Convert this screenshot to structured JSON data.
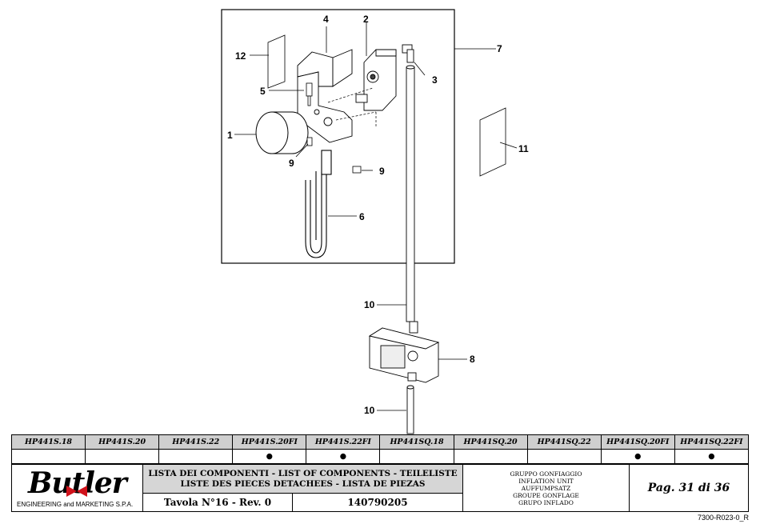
{
  "callouts": {
    "c1": "1",
    "c2": "2",
    "c3": "3",
    "c4": "4",
    "c5": "5",
    "c6": "6",
    "c7": "7",
    "c8": "8",
    "c9a": "9",
    "c9b": "9",
    "c10a": "10",
    "c10b": "10",
    "c11": "11",
    "c12": "12"
  },
  "models": [
    {
      "name": "HP441S.18",
      "mark": ""
    },
    {
      "name": "HP441S.20",
      "mark": ""
    },
    {
      "name": "HP441S.22",
      "mark": ""
    },
    {
      "name": "HP441S.20FI",
      "mark": "●"
    },
    {
      "name": "HP441S.22FI",
      "mark": "●"
    },
    {
      "name": "HP441SQ.18",
      "mark": ""
    },
    {
      "name": "HP441SQ.20",
      "mark": ""
    },
    {
      "name": "HP441SQ.22",
      "mark": ""
    },
    {
      "name": "HP441SQ.20FI",
      "mark": "●"
    },
    {
      "name": "HP441SQ.22FI",
      "mark": "●"
    }
  ],
  "logo": {
    "word": "Butler",
    "tagline": "ENGINEERING and MARKETING S.P.A."
  },
  "title_block": {
    "list_title_line1": "LISTA DEI COMPONENTI - LIST OF COMPONENTS - TEILELISTE",
    "list_title_line2": "LISTE DES PIECES DETACHEES - LISTA DE PIEZAS",
    "tavola": "Tavola N°16 - Rev. 0",
    "code": "140790205",
    "group": [
      "GRUPPO GONFIAGGIO",
      "INFLATION UNIT",
      "AUFFUMPSATZ",
      "GROUPE GONFLAGE",
      "GRUPO INFLADO"
    ],
    "page": "Pag. 31 di 36"
  },
  "doc_ref": "7300-R023-0_R",
  "colors": {
    "header_fill": "#cfcfcf",
    "title_fill": "#d6d6d6",
    "logo_red": "#d0121b"
  }
}
